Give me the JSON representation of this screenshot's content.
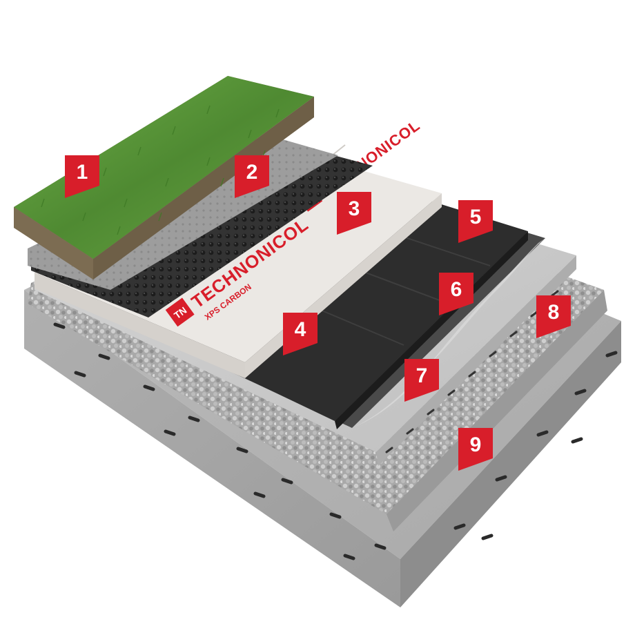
{
  "brand": {
    "name": "TECHNONICOL",
    "product": "XPS CARBON",
    "logo_letters": "TN",
    "color": "#d81e2a"
  },
  "layers": [
    {
      "number": "1",
      "material": "grass"
    },
    {
      "number": "2",
      "material": "geotextile"
    },
    {
      "number": "3",
      "material": "profiled-drainage-membrane"
    },
    {
      "number": "4",
      "material": "xps-insulation-boards"
    },
    {
      "number": "5",
      "material": "bitumen-waterproofing"
    },
    {
      "number": "6",
      "material": "bitumen-primer"
    },
    {
      "number": "7",
      "material": "screed"
    },
    {
      "number": "8",
      "material": "expanded-clay-gravel"
    },
    {
      "number": "9",
      "material": "reinforced-concrete-slab"
    }
  ],
  "colors": {
    "marker": "#d81e2a",
    "grass": "#5b9a3c",
    "soil": "#8b7a62",
    "geotextile": "#9a9a9a",
    "membrane": "#2e2e2e",
    "xps": "#ece9e6",
    "bitumen": "#2b2b2b",
    "screed": "#c9c9c9",
    "gravel": "#b5b5b5",
    "concrete": "#a3a3a3"
  }
}
